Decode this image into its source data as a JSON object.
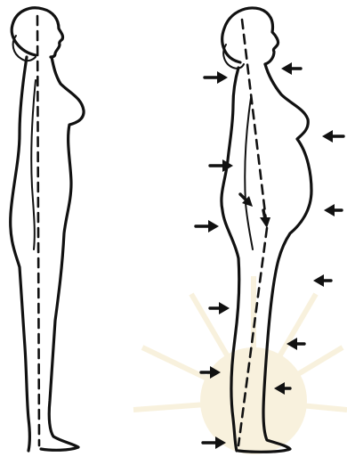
{
  "figure": {
    "type": "posture comparison illustration",
    "panels": [
      {
        "id": "left",
        "posture": "normal",
        "plumb_line": "dashed"
      },
      {
        "id": "right",
        "posture": "poor",
        "plumb_line": "dashed",
        "arrow_count": 14
      }
    ],
    "watermark": {
      "kind": "sunburst emblem",
      "color": "#f3e6c2"
    },
    "colors": {
      "background": "#ffffff",
      "ink": "#111111",
      "watermark": "#f3e6c2"
    }
  }
}
